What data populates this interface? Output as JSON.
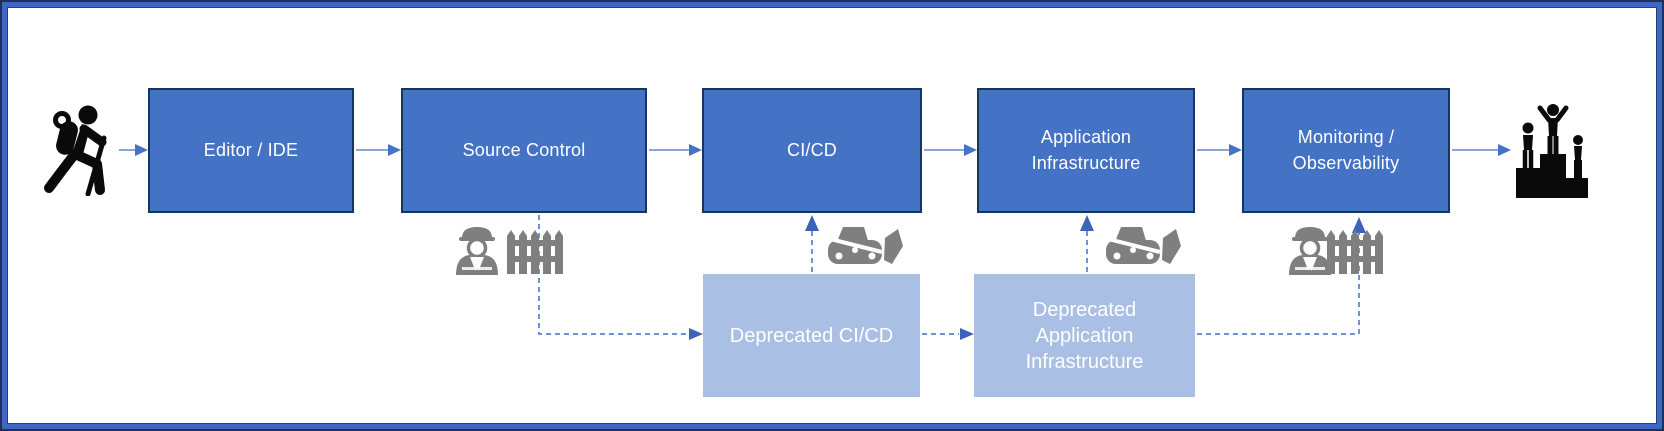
{
  "diagram": {
    "type": "flow-diagram",
    "nodes": {
      "editor": {
        "label": "Editor / IDE",
        "state": "active"
      },
      "source_control": {
        "label": "Source Control",
        "state": "active"
      },
      "cicd": {
        "label": "CI/CD",
        "state": "active"
      },
      "app_infra": {
        "label": "Application\nInfrastructure",
        "state": "active"
      },
      "monitoring": {
        "label": "Monitoring /\nObservability",
        "state": "active"
      },
      "deprecated_cicd": {
        "label": "Deprecated CI/CD",
        "state": "deprecated"
      },
      "deprecated_app_infra": {
        "label": "Deprecated\nApplication\nInfrastructure",
        "state": "deprecated"
      }
    },
    "flow_main": [
      "hiker-icon",
      "editor",
      "source_control",
      "cicd",
      "app_infra",
      "monitoring",
      "podium-winners-icon"
    ],
    "flow_deprecated": [
      "source_control -> deprecated_cicd (dashed)",
      "deprecated_cicd -> cicd (dashed, up)",
      "deprecated_cicd -> deprecated_app_infra (dashed)",
      "deprecated_app_infra -> app_infra (dashed, up)",
      "deprecated_app_infra -> monitoring (dashed, right then up)"
    ],
    "icons": [
      "hiker-icon",
      "construction-worker-icon (below Source Control)",
      "picket-fence-icon (below Source Control)",
      "bulldozer-icon (below CI/CD)",
      "bulldozer-icon (below Application Infrastructure)",
      "construction-worker-icon (below Monitoring)",
      "picket-fence-icon (below Monitoring)",
      "podium-winners-icon"
    ],
    "colors": {
      "primary_box_fill": "#4472c4",
      "primary_box_border": "#17365d",
      "deprecated_box_fill": "#a9bfe4",
      "box_text": "#ffffff",
      "solid_arrow_line": "#8aa5da",
      "solid_arrow_head": "#4472c4",
      "dashed_arrow_line": "#6f92d8",
      "dashed_arrow_head": "#3c63b8",
      "icon_gray": "#7f7f7f",
      "icon_black": "#0a0a0a",
      "outer_frame_blue": "#3f66c0",
      "outer_frame_dark": "#24407e",
      "background": "#ffffff"
    }
  }
}
